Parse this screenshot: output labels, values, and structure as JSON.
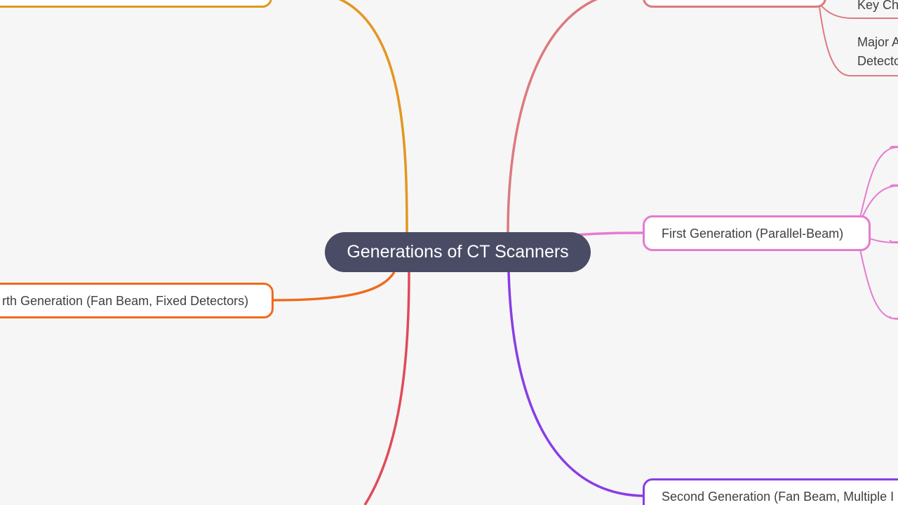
{
  "root": {
    "title": "Generations of CT Scanners"
  },
  "branches": {
    "first": {
      "label": "First Generation (Parallel-Beam)",
      "color": "#e57bd0"
    },
    "second": {
      "label": "Second Generation (Fan Beam, Multiple I",
      "color": "#8a3ce6"
    },
    "fourth": {
      "label": "rth Generation (Fan Beam, Fixed Detectors)",
      "color": "#f06a1c"
    },
    "top_left": {
      "label": "",
      "color": "#e3961f"
    },
    "top_right": {
      "label": "",
      "color": "#dc7a7e"
    },
    "bottom_left": {
      "label": "",
      "color": "#e04a5a"
    }
  },
  "leaves": {
    "key_ch": "Key Ch",
    "major_a_line1": "Major A",
    "major_a_line2": "Detecto"
  }
}
